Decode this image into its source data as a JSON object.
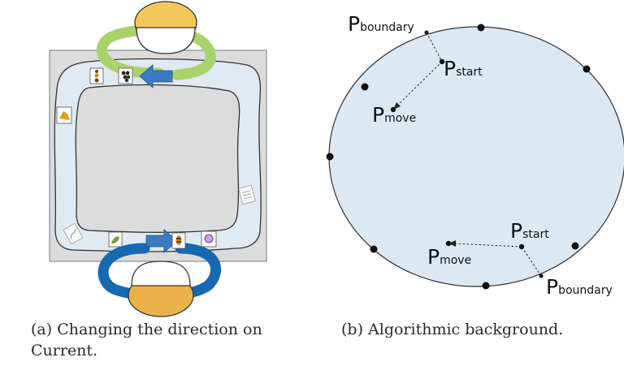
{
  "panel_a": {
    "caption_marker": "(a)",
    "caption_text": "Changing the direction on Current."
  },
  "panel_b": {
    "caption_marker": "(b)",
    "caption_text": "Algorithmic background.",
    "label_p": "P",
    "sub_boundary": "boundary",
    "sub_start": "start",
    "sub_move": "move"
  },
  "colors": {
    "table_gray": "#dcdcdc",
    "track_fill": "#dfeaf2",
    "green_ring": "#a9d36a",
    "blue_ring": "#1668b0",
    "arrow_blue": "#3a7cc2",
    "user_head": "#f3c85a",
    "circle_fill": "#dde9f2"
  },
  "icons": [
    "ant-icon",
    "grapes-icon",
    "puzzle-icon",
    "page-icon",
    "leaf-icon",
    "bee-icon",
    "shell-icon",
    "worm-icon"
  ]
}
